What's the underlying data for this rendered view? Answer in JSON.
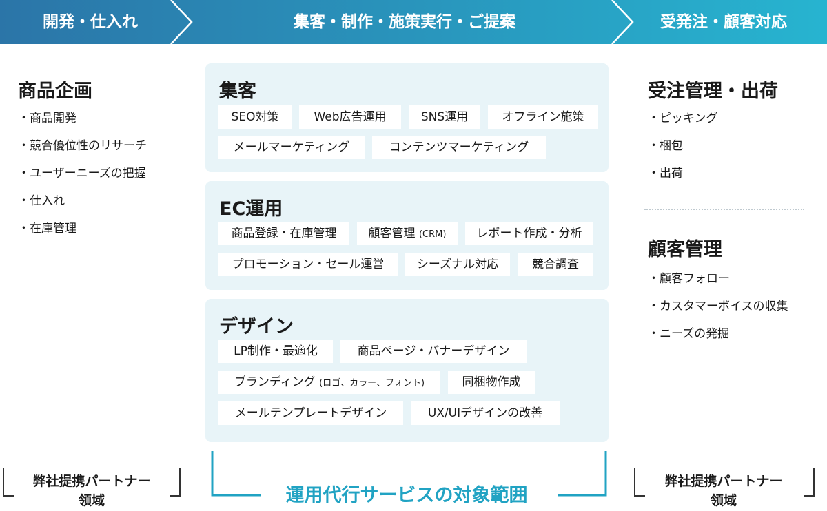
{
  "header": {
    "stage1": "開発・仕入れ",
    "stage2": "集客・制作・施策実行・ご提案",
    "stage3": "受発注・顧客対応",
    "colors": {
      "start": "#2b75a8",
      "end": "#27b4d0",
      "text": "#ffffff"
    }
  },
  "left": {
    "title": "商品企画",
    "items": [
      "商品開発",
      "競合優位性のリサーチ",
      "ユーザーニーズの把握",
      "仕入れ",
      "在庫管理"
    ],
    "partner_line1": "弊社提携パートナー",
    "partner_line2": "領域"
  },
  "center": {
    "panel_color": "#e8f4f8",
    "panels": [
      {
        "title": "集客",
        "tags": [
          "SEO対策",
          "Web広告運用",
          "SNS運用",
          "オフライン施策",
          "メールマーケティング",
          "コンテンツマーケティング"
        ]
      },
      {
        "title": "EC運用",
        "tags": [
          "商品登録・在庫管理",
          "顧客管理",
          "(CRM)",
          "レポート作成・分析",
          "プロモーション・セール運営",
          "シーズナル対応",
          "競合調査"
        ]
      },
      {
        "title": "デザイン",
        "tags": [
          "LP制作・最適化",
          "商品ページ・バナーデザイン",
          "ブランディング",
          "(ロゴ、カラー、フォント)",
          "同梱物作成",
          "メールテンプレートデザイン",
          "UX/UIデザインの改善"
        ]
      }
    ],
    "scope_label": "運用代行サービスの対象範囲",
    "scope_color": "#21a3c3"
  },
  "right": {
    "order_title": "受注管理・出荷",
    "order_items": [
      "ピッキング",
      "梱包",
      "出荷"
    ],
    "customer_title": "顧客管理",
    "customer_items": [
      "顧客フォロー",
      "カスタマーボイスの収集",
      "ニーズの発掘"
    ],
    "partner_line1": "弊社提携パートナー",
    "partner_line2": "領域"
  }
}
